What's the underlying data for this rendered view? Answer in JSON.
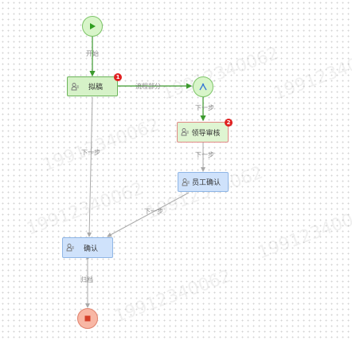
{
  "watermark_text": "19912340062",
  "colors": {
    "green_line": "#3c9a2e",
    "gray_line": "#a9a9a9",
    "badge_red": "#e02020"
  },
  "nodes": {
    "start": {
      "icon": "play-icon"
    },
    "draft": {
      "label": "拟稿",
      "badge": "1"
    },
    "gateway": {
      "icon": "gateway-icon"
    },
    "leader_review": {
      "label": "领导审核",
      "badge": "2"
    },
    "staff_confirm": {
      "label": "员工确认"
    },
    "confirm": {
      "label": "确认"
    },
    "end": {
      "icon": "stop-icon"
    }
  },
  "edges": {
    "start_to_draft": "开始",
    "draft_to_gateway": "流程部分",
    "gateway_to_leader": "下一步",
    "draft_to_confirm": "下一步",
    "leader_to_staff": "下一步",
    "staff_to_confirm": "下一步",
    "confirm_to_end": "归档"
  }
}
